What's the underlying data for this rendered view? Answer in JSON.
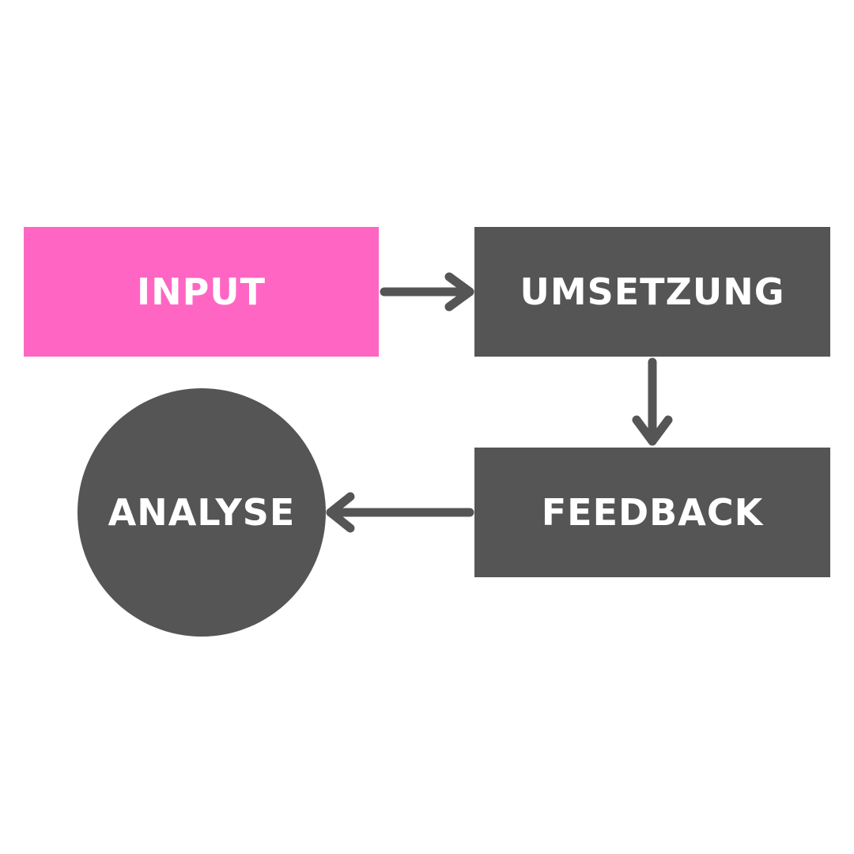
{
  "colors": {
    "background": "#ffffff",
    "accent": "#ff66c4",
    "box": "#545554",
    "arrow": "#545554",
    "text": "#ffffff"
  },
  "nodes": {
    "input": {
      "label": "INPUT"
    },
    "umsetzung": {
      "label": "UMSETZUNG"
    },
    "feedback": {
      "label": "FEEDBACK"
    },
    "analyse": {
      "label": "ANALYSE"
    }
  },
  "edges": [
    {
      "from": "INPUT",
      "to": "UMSETZUNG"
    },
    {
      "from": "UMSETZUNG",
      "to": "FEEDBACK"
    },
    {
      "from": "FEEDBACK",
      "to": "ANALYSE"
    }
  ]
}
